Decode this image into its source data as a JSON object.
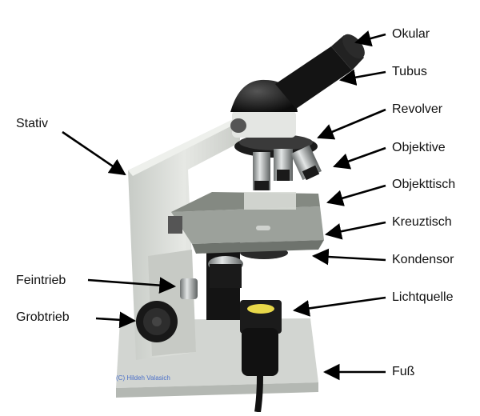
{
  "labels": {
    "okular": "Okular",
    "tubus": "Tubus",
    "revolver": "Revolver",
    "objektive": "Objektive",
    "objekttisch": "Objekttisch",
    "kreuztisch": "Kreuztisch",
    "kondensor": "Kondensor",
    "lichtquelle": "Lichtquelle",
    "fuss": "Fuß",
    "stativ": "Stativ",
    "feintrieb": "Feintrieb",
    "grobtrieb": "Grobtrieb"
  },
  "credit": "(C) Hildeh Valasich",
  "colors": {
    "frame": "#d9dcd8",
    "frame_shadow": "#b9bdb8",
    "stage": "#9ea39d",
    "black": "#151515",
    "lamp": "#e8d84a",
    "text": "#111111",
    "arrow": "#000000",
    "credit": "#4a6fc8"
  }
}
